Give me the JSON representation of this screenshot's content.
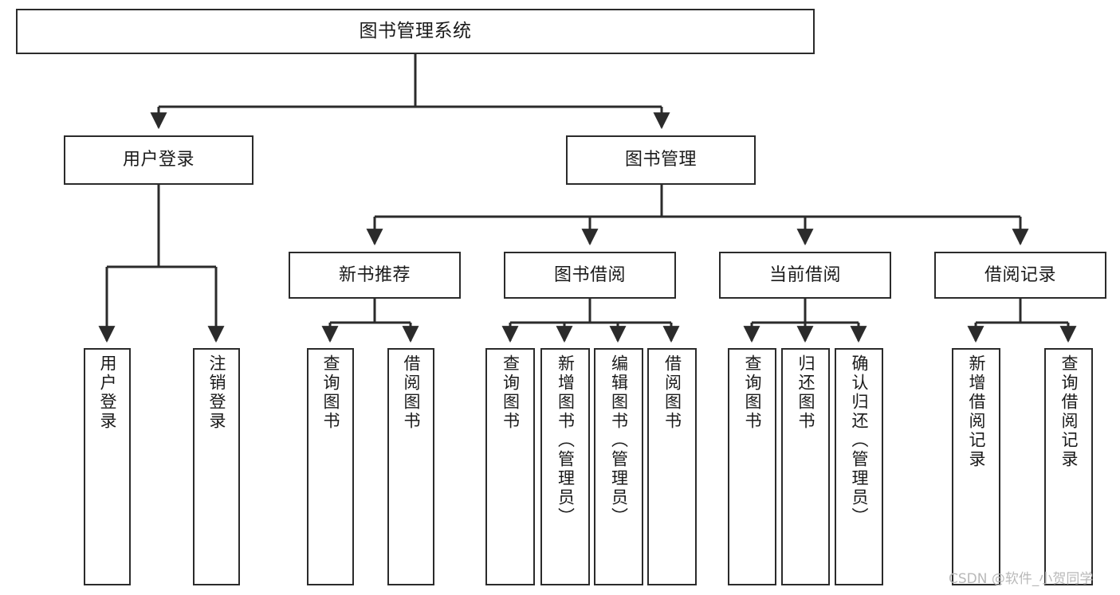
{
  "diagram": {
    "type": "tree-hierarchy",
    "title": "图书管理系统",
    "orientation": "top-down",
    "watermark": "CSDN @软件_小贺同学",
    "colors": {
      "box_border": "#2b2b2b",
      "box_fill": "#ffffff",
      "edge": "#2b2b2b",
      "text": "#1a1a1a",
      "watermark": "#b9b9b9",
      "background": "#ffffff"
    },
    "root": {
      "label": "图书管理系统"
    },
    "level2": [
      {
        "label": "用户登录"
      },
      {
        "label": "图书管理"
      }
    ],
    "level3": [
      {
        "label": "新书推荐"
      },
      {
        "label": "图书借阅"
      },
      {
        "label": "当前借阅"
      },
      {
        "label": "借阅记录"
      }
    ],
    "leaves": {
      "user_login": [
        {
          "label": "用户登录"
        },
        {
          "label": "注销登录"
        }
      ],
      "new_book_recommend": [
        {
          "label": "查询图书"
        },
        {
          "label": "借阅图书"
        }
      ],
      "book_borrow": [
        {
          "label": "查询图书"
        },
        {
          "label": "新增图书（管理员）"
        },
        {
          "label": "编辑图书（管理员）"
        },
        {
          "label": "借阅图书"
        }
      ],
      "current_borrow": [
        {
          "label": "查询图书"
        },
        {
          "label": "归还图书"
        },
        {
          "label": "确认归还（管理员）"
        }
      ],
      "borrow_record": [
        {
          "label": "新增借阅记录"
        },
        {
          "label": "查询借阅记录"
        }
      ]
    }
  }
}
